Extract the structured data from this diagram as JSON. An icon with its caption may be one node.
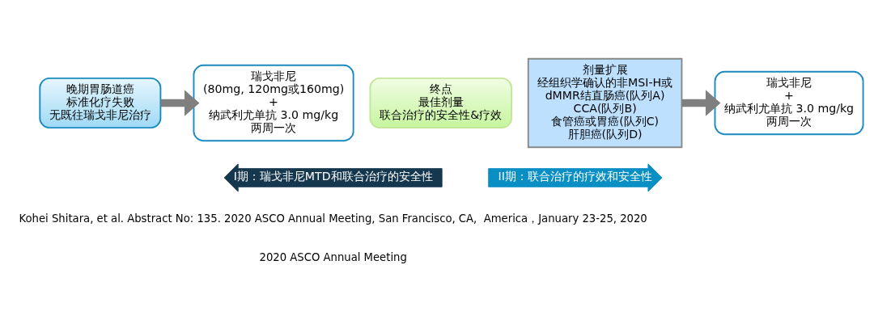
{
  "diagram": {
    "nodes": [
      {
        "text": [
          "晚期胃肠道癌",
          "标准化疗失败",
          "无既往瑞戈非尼治疗"
        ]
      },
      {
        "text": [
          "瑞戈非尼",
          "(80mg, 120mg或160mg)",
          "+",
          "纳武利尤单抗 3.0 mg/kg",
          "两周一次"
        ]
      },
      {
        "text": [
          "终点",
          "最佳剂量",
          "联合治疗的安全性&疗效"
        ]
      },
      {
        "text": [
          "剂量扩展",
          "经组织学确认的非MSI-H或dMMR结直肠癌(队列A)",
          "CCA(队列B)",
          "食管癌或胃癌(队列C)",
          "肝胆癌(队列D)"
        ]
      },
      {
        "text": [
          "瑞戈非尼",
          "+",
          "纳武利尤单抗 3.0 mg/kg",
          "两周一次"
        ]
      },
      {
        "text": [
          "I期：瑞戈非尼MTD和联合治疗的安全性"
        ]
      },
      {
        "text": [
          "II期：联合治疗的疗效和安全性"
        ]
      }
    ],
    "edges": [
      {
        "from": 0,
        "to": 1,
        "arrow": "to"
      },
      {
        "from": 3,
        "to": 4,
        "arrow": "to"
      }
    ],
    "labels": [
      "Kohei Shitara, et al. Abstract No: 135. 2020 ASCO Annual Meeting, San Francisco, CA,  America，January 23-25, 2020",
      "2020 ASCO Annual Meeting"
    ]
  }
}
